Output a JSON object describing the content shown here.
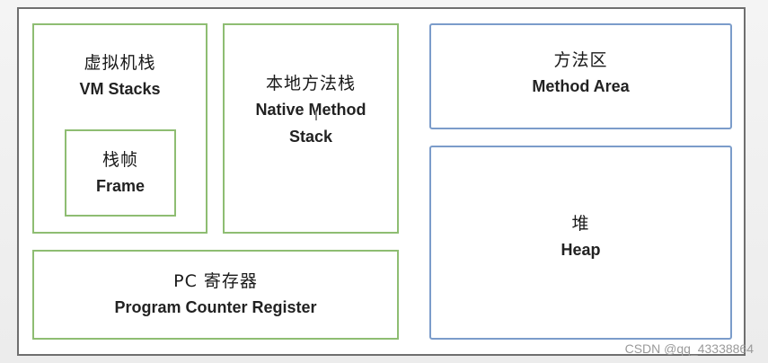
{
  "diagram": {
    "vm_stacks": {
      "zh": "虚拟机栈",
      "en": "VM Stacks"
    },
    "frame": {
      "zh": "栈帧",
      "en": "Frame"
    },
    "native_stack": {
      "zh": "本地方法栈",
      "en_line1": "Native Method",
      "en_line2": "Stack"
    },
    "pc_register": {
      "zh": "PC 寄存器",
      "en": "Program Counter Register"
    },
    "method_area": {
      "zh": "方法区",
      "en": "Method Area"
    },
    "heap": {
      "zh": "堆",
      "en": "Heap"
    }
  },
  "watermark": "CSDN @qq_43338864",
  "colors": {
    "green_border": "#8ebd72",
    "blue_border": "#7b9cca",
    "outer_border": "#6f6f6f"
  }
}
